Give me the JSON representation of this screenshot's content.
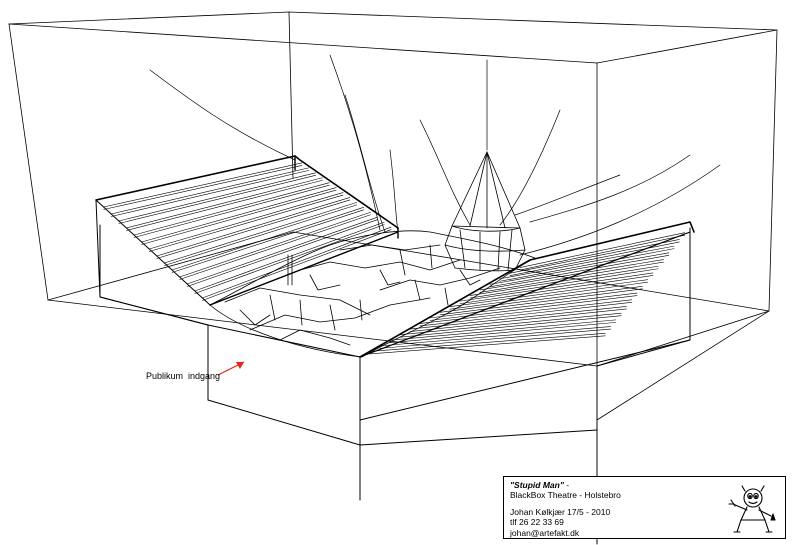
{
  "annotation": {
    "entrance_label": "Publikum  indgang",
    "arrow_color": "#e8241b"
  },
  "title_block": {
    "title": "\"Stupid Man\"",
    "title_suffix": " -",
    "venue": "BlackBox Theatre - Holstebro",
    "author_date": "Johan Kølkjær 17/5 - 2010",
    "phone": "tlf 26 22 33 69",
    "email": "johan@artefakt.dk",
    "logo_icon": "cartoon-character-logo"
  },
  "colors": {
    "line": "#000000",
    "background": "#ffffff"
  }
}
